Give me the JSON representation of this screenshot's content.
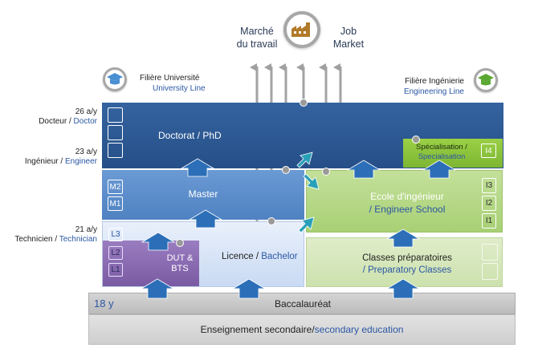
{
  "market": {
    "fr": "Marché du travail",
    "fr_line1": "Marché",
    "fr_line2": "du travail",
    "en_line1": "Job",
    "en_line2": "Market",
    "icon": "factory-icon"
  },
  "university": {
    "fr": "Filière Université",
    "en": "University Line",
    "icon": "graduation-cap-icon",
    "icon_color": "#4a8fd1"
  },
  "engineering": {
    "fr": "Filière Ingénierie",
    "en": "Engineering Line",
    "icon": "graduation-cap-icon",
    "icon_color": "#5aa832"
  },
  "left_labels": [
    {
      "age": "26 a/y",
      "fr": "Docteur",
      "sep": " / ",
      "en": "Doctor"
    },
    {
      "age": "23 a/y",
      "fr": "Ingénieur",
      "sep": " / ",
      "en": "Engineer"
    },
    {
      "age": "21 a/y",
      "fr": "Technicien",
      "sep": " / ",
      "en": "Technician"
    }
  ],
  "blocks": {
    "doctorat": {
      "label": "Doctorat / PhD",
      "color": "#2d5a96"
    },
    "specialisation": {
      "fr": "Spécialisation /",
      "en": "Specialisation",
      "level": "I4",
      "color": "#8cc63e"
    },
    "master": {
      "label": "Master",
      "levels": [
        "M2",
        "M1"
      ],
      "color": "#5b8fcc"
    },
    "ecole": {
      "fr": "Ecole d'ingénieur",
      "en": "/ Engineer School",
      "levels": [
        "I3",
        "I2",
        "I1"
      ],
      "color": "#b7d98f"
    },
    "licence": {
      "fr": "Licence",
      "sep": " / ",
      "en": "Bachelor",
      "levels": [
        "L3",
        "L2",
        "L1"
      ],
      "color": "#d6e4f7"
    },
    "dut": {
      "line1": "DUT &",
      "line2": "BTS",
      "color": "#8a6bb0"
    },
    "prepa": {
      "fr": "Classes préparatoires",
      "en": "/ Preparatory Classes",
      "color": "#d4e6bd"
    },
    "bac": {
      "label": "Baccalauréat",
      "age": "18 y",
      "color": "#c8c8c8"
    },
    "secondary": {
      "fr": "Enseignement secondaire",
      "sep": " / ",
      "en": "secondary education",
      "color": "#d8d8d8"
    }
  },
  "colors": {
    "arrow_blue": "#2c6fb8",
    "arrow_grey": "#9a9a9a",
    "arrow_teal": "#2aa0b8",
    "text_blue": "#2b57a3"
  }
}
